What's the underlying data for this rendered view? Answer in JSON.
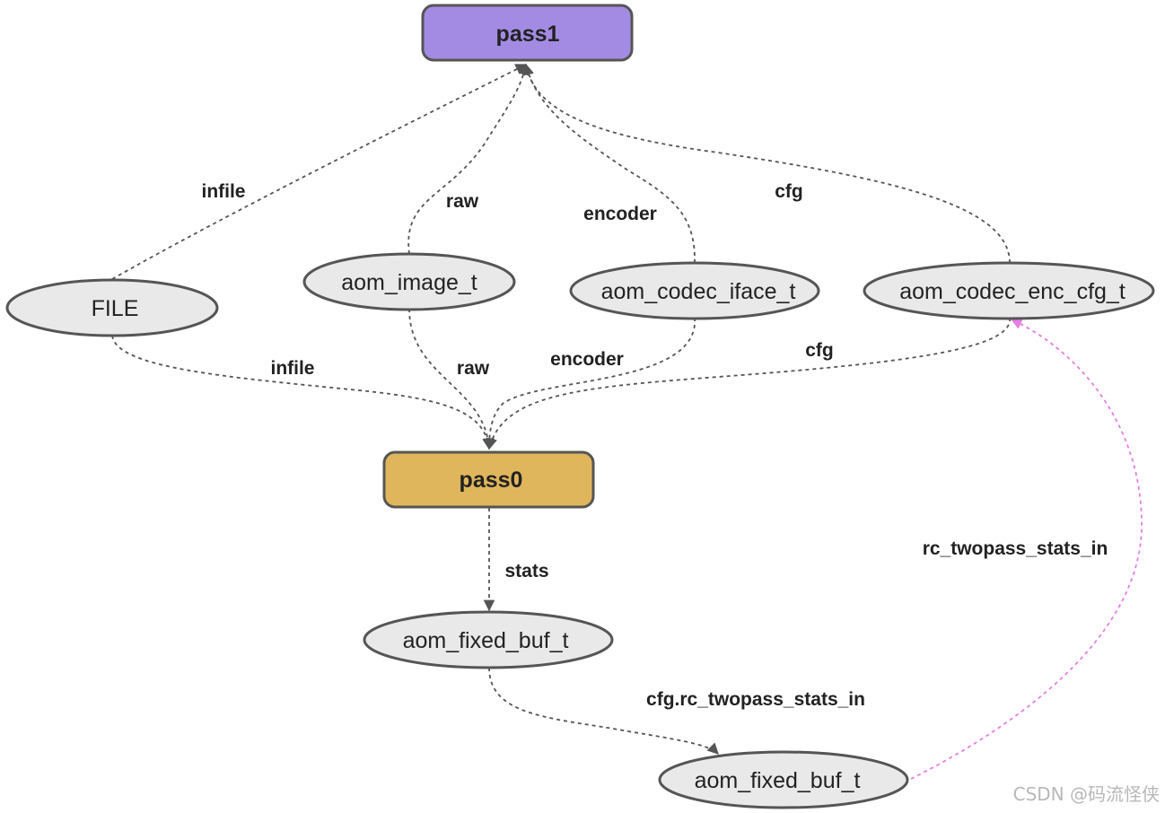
{
  "nodes": {
    "pass1": {
      "label": "pass1",
      "fill": "#a38be3"
    },
    "pass0": {
      "label": "pass0",
      "fill": "#e0b65c"
    },
    "file": {
      "label": "FILE"
    },
    "aom_image": {
      "label": "aom_image_t"
    },
    "aom_codec_iface": {
      "label": "aom_codec_iface_t"
    },
    "aom_codec_enc_cfg": {
      "label": "aom_codec_enc_cfg_t"
    },
    "aom_fixed_buf_1": {
      "label": "aom_fixed_buf_t"
    },
    "aom_fixed_buf_2": {
      "label": "aom_fixed_buf_t"
    }
  },
  "edges": {
    "file_to_pass1": {
      "label": "infile"
    },
    "image_to_pass1": {
      "label": "raw"
    },
    "iface_to_pass1": {
      "label": "encoder"
    },
    "cfg_to_pass1": {
      "label": "cfg"
    },
    "file_to_pass0": {
      "label": "infile"
    },
    "image_to_pass0": {
      "label": "raw"
    },
    "iface_to_pass0": {
      "label": "encoder"
    },
    "cfg_to_pass0": {
      "label": "cfg"
    },
    "pass0_to_buf": {
      "label": "stats"
    },
    "buf_to_buf": {
      "label": "cfg.rc_twopass_stats_in"
    },
    "buf_to_cfg": {
      "label": "rc_twopass_stats_in"
    }
  },
  "colors": {
    "node_fill": "#e8e9e8",
    "node_stroke": "#555555",
    "edge": "#555555",
    "highlight_edge": "#e67ee6"
  },
  "watermark": "CSDN @码流怪侠"
}
